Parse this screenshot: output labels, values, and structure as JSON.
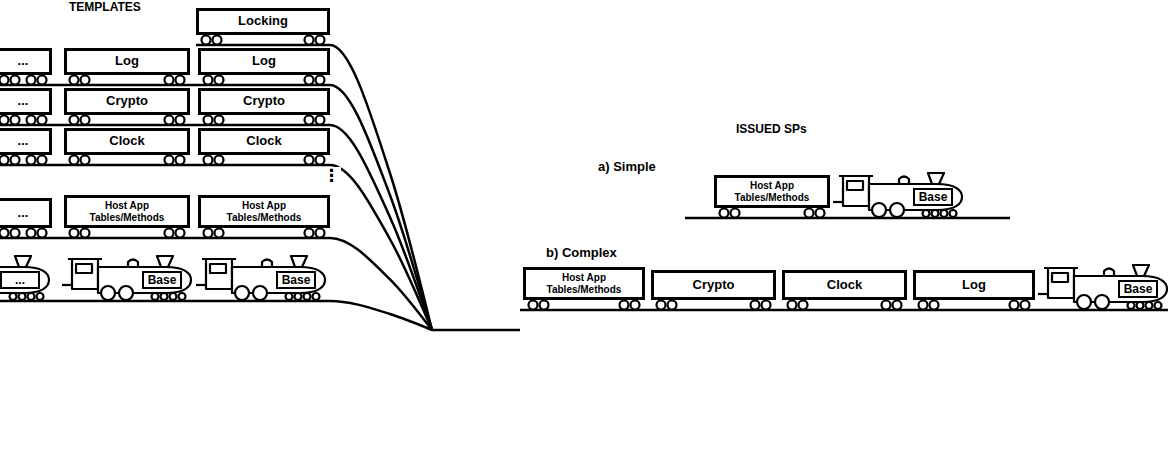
{
  "diagram": {
    "nodes": [
      {
        "text": [
          "Locking"
        ]
      },
      {
        "text": [
          "..."
        ]
      },
      {
        "text": [
          "Log"
        ]
      },
      {
        "text": [
          "Log"
        ]
      },
      {
        "text": [
          "..."
        ]
      },
      {
        "text": [
          "Crypto"
        ]
      },
      {
        "text": [
          "Crypto"
        ]
      },
      {
        "text": [
          "..."
        ]
      },
      {
        "text": [
          "Clock"
        ]
      },
      {
        "text": [
          "Clock"
        ]
      },
      {
        "text": [
          "..."
        ]
      },
      {
        "text": [
          "Host App Tables/Methods"
        ]
      },
      {
        "text": [
          "Host App Tables/Methods"
        ]
      },
      {
        "text": [
          "..."
        ]
      },
      {
        "text": [
          "Base"
        ]
      },
      {
        "text": [
          "Base"
        ]
      },
      {
        "text": [
          "Host App Tables/Methods"
        ]
      },
      {
        "text": [
          "Base"
        ]
      },
      {
        "text": [
          "Host App Tables/Methods"
        ]
      },
      {
        "text": [
          "Crypto"
        ]
      },
      {
        "text": [
          "Clock"
        ]
      },
      {
        "text": [
          "Log"
        ]
      },
      {
        "text": [
          "Base"
        ]
      }
    ],
    "labels": [
      "TEMPLATES",
      "⋮",
      "ISSUED SPs",
      "a) Simple",
      "b) Complex"
    ]
  }
}
